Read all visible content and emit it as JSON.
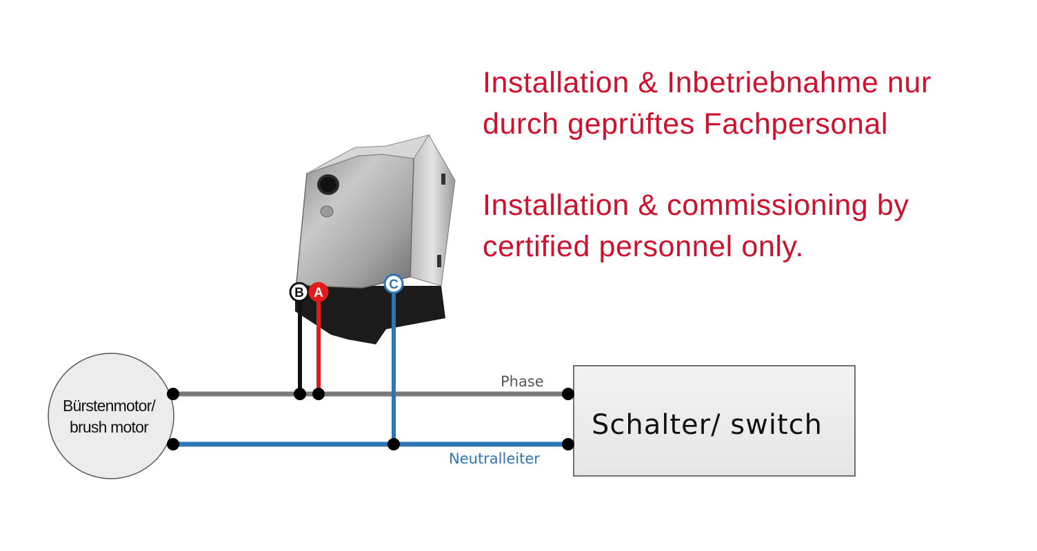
{
  "warning": {
    "german": [
      "Installation & Inbetriebnahme nur",
      "durch geprüftes Fachpersonal"
    ],
    "english": [
      "Installation & commissioning by",
      "certified personnel only."
    ],
    "color": "#d0102c"
  },
  "motor": {
    "label_lines": [
      "Bürstenmotor/",
      "brush motor"
    ]
  },
  "switch_box": {
    "label": "Schalter/ switch"
  },
  "wires": {
    "phase_label": "Phase",
    "neutral_label": "Neutralleiter",
    "phase_color": "#7a7a7a",
    "neutral_color": "#2e75b6"
  },
  "terminals": {
    "b": {
      "letter": "B",
      "color": "#111111"
    },
    "a": {
      "letter": "A",
      "color": "#e41b1b"
    },
    "c": {
      "letter": "C",
      "color": "#2e75b6"
    }
  },
  "device": {
    "name": "soft-start-module-icon"
  }
}
